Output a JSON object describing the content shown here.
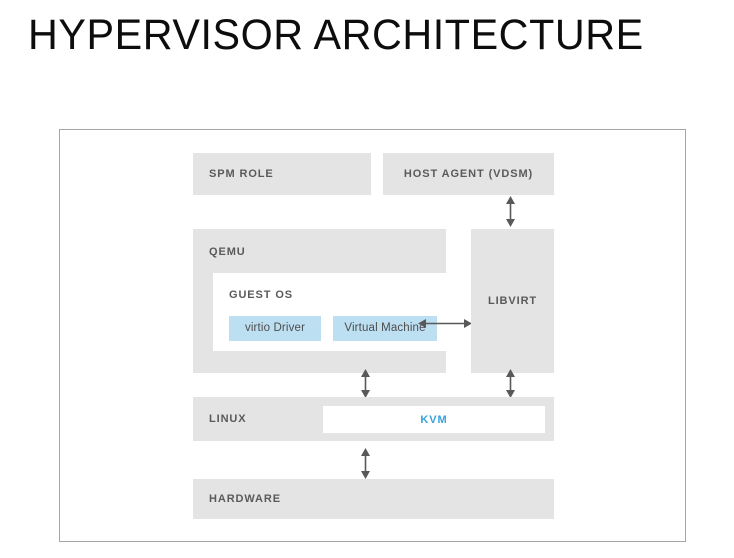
{
  "slide": {
    "title": "HYPERVISOR ARCHITECTURE"
  },
  "diagram": {
    "type": "block-architecture-diagram",
    "colors": {
      "box_gray": "#e4e4e4",
      "box_white": "#ffffff",
      "box_blue": "#bddff2",
      "text_gray": "#5a5a5a",
      "text_blue": "#39a0dd",
      "frame_border": "#a6a6a6",
      "arrow": "#595959"
    },
    "blocks": {
      "spm_role": {
        "label": "SPM ROLE"
      },
      "host_agent": {
        "label": "HOST AGENT (VDSM)"
      },
      "qemu": {
        "label": "QEMU"
      },
      "guest_os": {
        "label": "GUEST OS"
      },
      "virtio_driver": {
        "label": "virtio Driver"
      },
      "virtual_machine": {
        "label": "Virtual Machine"
      },
      "libvirt": {
        "label": "LIBVIRT"
      },
      "linux": {
        "label": "LINUX"
      },
      "kvm": {
        "label": "KVM"
      },
      "hardware": {
        "label": "HARDWARE"
      }
    },
    "connectors": [
      {
        "name": "host-agent-to-libvirt",
        "direction": "bidirectional",
        "orientation": "vertical"
      },
      {
        "name": "virtual-machine-to-libvirt",
        "direction": "bidirectional",
        "orientation": "horizontal"
      },
      {
        "name": "qemu-to-linux",
        "direction": "bidirectional",
        "orientation": "vertical"
      },
      {
        "name": "libvirt-to-linux",
        "direction": "bidirectional",
        "orientation": "vertical"
      },
      {
        "name": "linux-to-hardware",
        "direction": "bidirectional",
        "orientation": "vertical"
      }
    ]
  }
}
